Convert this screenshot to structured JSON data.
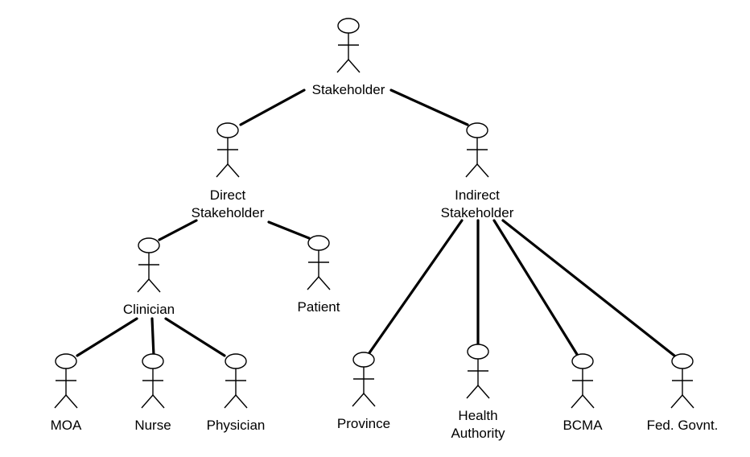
{
  "diagram": {
    "nodes": [
      {
        "id": "stakeholder",
        "lines": [
          "Stakeholder"
        ]
      },
      {
        "id": "direct",
        "lines": [
          "Direct",
          "Stakeholder"
        ]
      },
      {
        "id": "indirect",
        "lines": [
          "Indirect",
          "Stakeholder"
        ]
      },
      {
        "id": "clinician",
        "lines": [
          "Clinician"
        ]
      },
      {
        "id": "patient",
        "lines": [
          "Patient"
        ]
      },
      {
        "id": "moa",
        "lines": [
          "MOA"
        ]
      },
      {
        "id": "nurse",
        "lines": [
          "Nurse"
        ]
      },
      {
        "id": "physician",
        "lines": [
          "Physician"
        ]
      },
      {
        "id": "province",
        "lines": [
          "Province"
        ]
      },
      {
        "id": "health-authority",
        "lines": [
          "Health",
          "Authority"
        ]
      },
      {
        "id": "bcma",
        "lines": [
          "BCMA"
        ]
      },
      {
        "id": "fed-govnt",
        "lines": [
          "Fed. Govnt."
        ]
      }
    ],
    "edges": [
      {
        "from": "stakeholder",
        "to": "direct"
      },
      {
        "from": "stakeholder",
        "to": "indirect"
      },
      {
        "from": "direct",
        "to": "clinician"
      },
      {
        "from": "direct",
        "to": "patient"
      },
      {
        "from": "clinician",
        "to": "moa"
      },
      {
        "from": "clinician",
        "to": "nurse"
      },
      {
        "from": "clinician",
        "to": "physician"
      },
      {
        "from": "indirect",
        "to": "province"
      },
      {
        "from": "indirect",
        "to": "health-authority"
      },
      {
        "from": "indirect",
        "to": "bcma"
      },
      {
        "from": "indirect",
        "to": "fed-govnt"
      }
    ]
  }
}
